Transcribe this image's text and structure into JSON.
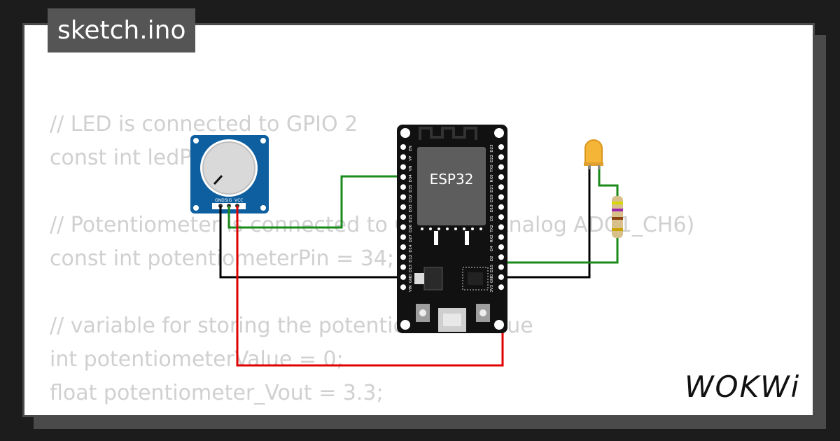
{
  "tab": {
    "title": "sketch.ino"
  },
  "code_lines": [
    "// LED is connected to GPIO 2",
    "const int ledPin = 2;",
    "",
    "// Potentiometer is connected to GPIO 34 (Analog ADC1_CH6)",
    "const int potentiometerPin = 34;",
    "",
    "// variable for storing the potentiometer value",
    "int potentiometerValue = 0;",
    "float potentiometer_Vout = 3.3;"
  ],
  "esp32": {
    "label": "ESP32",
    "left_pins": [
      "EN",
      "VP",
      "VN",
      "D34",
      "D35",
      "D32",
      "D33",
      "D25",
      "D26",
      "D27",
      "D14",
      "D12",
      "D13",
      "GND",
      "VIN"
    ],
    "right_pins": [
      "D23",
      "D22",
      "TX0",
      "RX0",
      "D21",
      "D19",
      "D18",
      "D5",
      "TX2",
      "RX2",
      "D4",
      "D2",
      "D15",
      "GND",
      "3V3"
    ]
  },
  "potentiometer": {
    "pins": [
      "GND",
      "SIG",
      "VCC"
    ]
  },
  "brand": {
    "name": "WOKWi"
  },
  "colors": {
    "wire_green": "#1a8a1a",
    "wire_red": "#e00000",
    "wire_black": "#000000",
    "pot_blue": "#0e5fa0"
  }
}
